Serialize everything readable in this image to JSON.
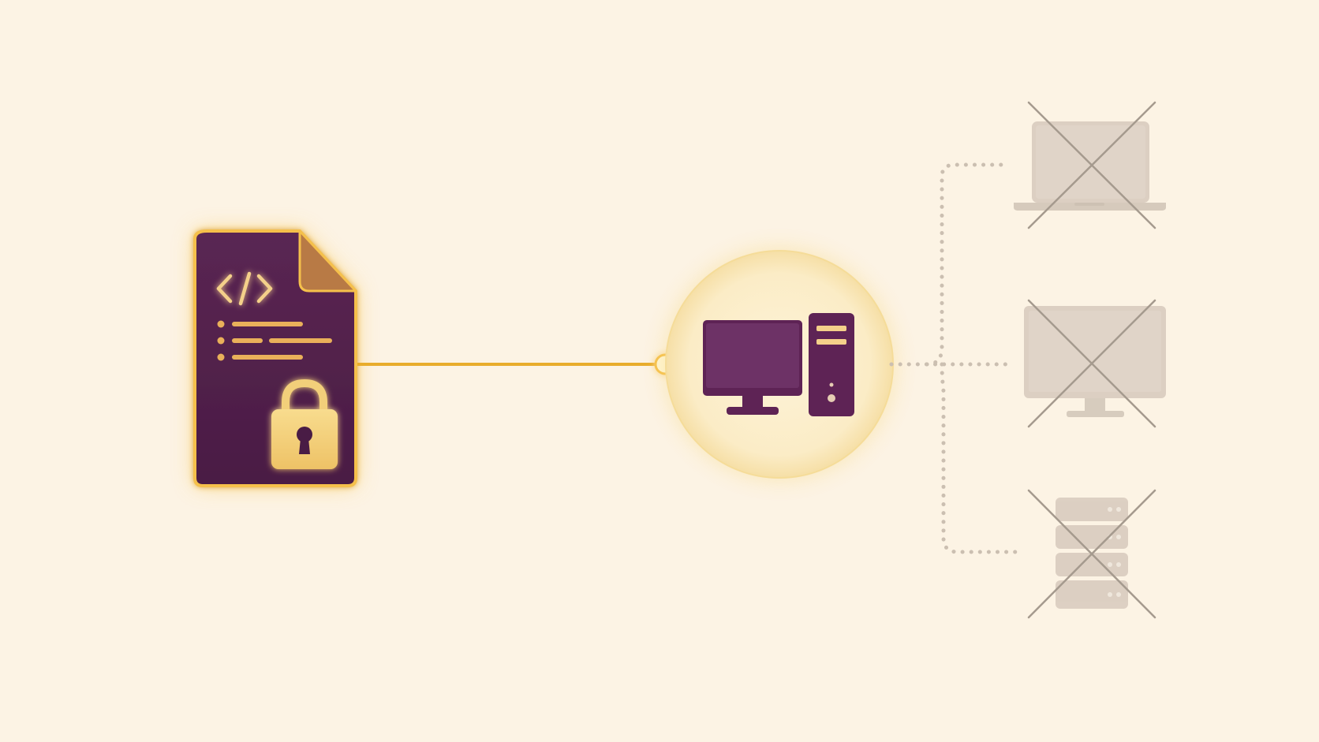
{
  "colors": {
    "background": "#fcf3e4",
    "document_fill": "#4e1e48",
    "document_fold": "#b87a45",
    "glow_gold": "#f7c24a",
    "gold_line": "#e8ac2c",
    "gold_text": "#f4d08a",
    "lock_fill": "#f2cf7a",
    "computer_purple": "#5e2355",
    "computer_screen": "#6d3266",
    "circle_fill": "#fbefcf",
    "faded_gray": "#d8ccbe",
    "cross_gray": "#a59a8e",
    "dotted_gray": "#c8bcae"
  },
  "nodes": {
    "source": {
      "icon": "locked-code-document-icon",
      "code_glyph": "</>"
    },
    "target": {
      "icon": "desktop-computer-icon",
      "status": "active"
    },
    "blocked": [
      {
        "icon": "laptop-icon",
        "status": "blocked"
      },
      {
        "icon": "monitor-icon",
        "status": "blocked"
      },
      {
        "icon": "server-rack-icon",
        "status": "blocked"
      }
    ]
  },
  "links": [
    {
      "from": "source",
      "to": "target",
      "style": "solid-glowing"
    },
    {
      "from": "target",
      "to": "blocked",
      "style": "dotted-faded"
    }
  ]
}
